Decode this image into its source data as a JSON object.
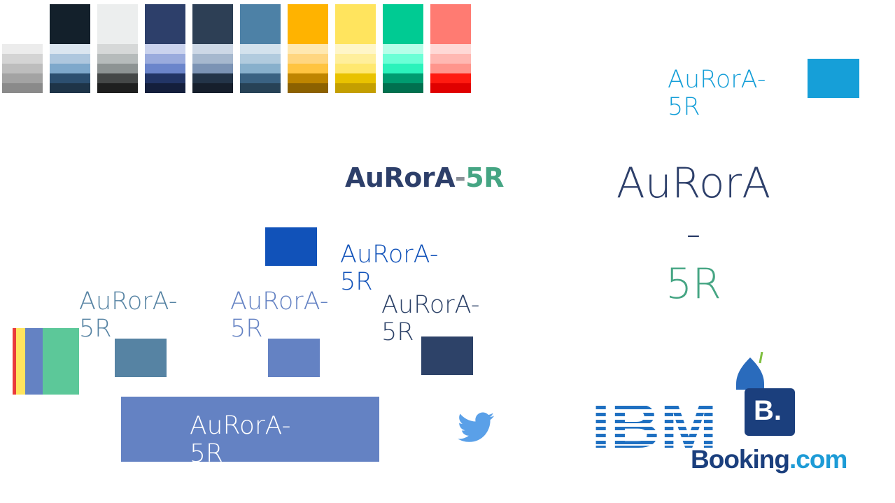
{
  "brand": {
    "name_part1": "AuRorA",
    "name_dash": "-",
    "name_part2": "5R",
    "name_full": "AuRorA-5R"
  },
  "colors": {
    "navy": "#2d3f6a",
    "green": "#45a583",
    "grey_dash": "#8a8f96",
    "sky_blue": "#169fd8",
    "royal_blue": "#1152b9",
    "steel_blue": "#5683a3",
    "periwinkle": "#6482c3",
    "dark_navy": "#2d4268",
    "banner": "#6482c3",
    "ibm_blue": "#1f70c1",
    "booking_dark": "#1b3f7d",
    "booking_light": "#1d9bd6",
    "twitter": "#5aa0e8"
  },
  "palette": [
    {
      "main": "#ffffff",
      "shades": [
        "#ececec",
        "#d4d4d4",
        "#bdbdbd",
        "#a3a3a3",
        "#8a8a8a"
      ]
    },
    {
      "main": "#13202b",
      "shades": [
        "#dbe6f0",
        "#aec7de",
        "#7ea8cb",
        "#2c4f70",
        "#1e3448"
      ]
    },
    {
      "main": "#eceeee",
      "shades": [
        "#d6d8d8",
        "#b6bbbb",
        "#8d9393",
        "#444747",
        "#1e1f1f"
      ]
    },
    {
      "main": "#2d3f6a",
      "shades": [
        "#cad3ee",
        "#9aabdd",
        "#6b85cb",
        "#223566",
        "#141f3c"
      ]
    },
    {
      "main": "#2d3f55",
      "shades": [
        "#cdd8e6",
        "#a6b8ce",
        "#7b93b4",
        "#233448",
        "#161f2c"
      ]
    },
    {
      "main": "#4d81a6",
      "shades": [
        "#d3e2ed",
        "#b1cbde",
        "#88b0cc",
        "#3a6282",
        "#274256"
      ]
    },
    {
      "main": "#ffb300",
      "shades": [
        "#ffe8b0",
        "#ffd680",
        "#ffc440",
        "#bf8500",
        "#8c6100"
      ]
    },
    {
      "main": "#ffe45e",
      "shades": [
        "#fff6c8",
        "#ffef9c",
        "#ffe870",
        "#e9c200",
        "#c49f00"
      ]
    },
    {
      "main": "#00cb93",
      "shades": [
        "#b6ffe9",
        "#6bffd6",
        "#2bf2bb",
        "#009c70",
        "#00704f"
      ]
    },
    {
      "main": "#ff7b72",
      "shades": [
        "#ffd9d6",
        "#ffb8b2",
        "#ff958c",
        "#ff1a10",
        "#e00000"
      ]
    }
  ],
  "stripes": [
    "#ea3b3b",
    "#ffe45e",
    "#6482c3",
    "#5cc899"
  ],
  "logos": {
    "ibm": "IBM",
    "booking_b": "B.",
    "booking_name": "Booking",
    "booking_tld": ".com",
    "twitter": "twitter-bird"
  }
}
